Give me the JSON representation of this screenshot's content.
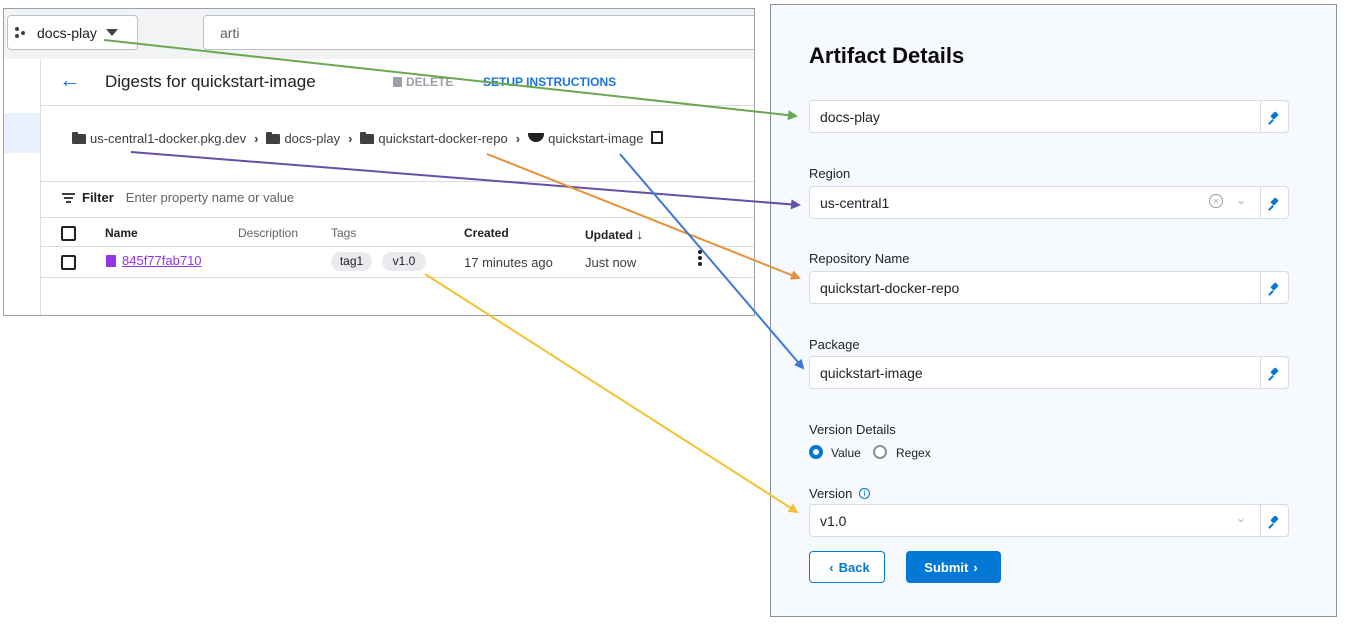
{
  "gcp": {
    "project_name": "docs-play",
    "search_value": "arti",
    "page_title": "Digests for quickstart-image",
    "delete_label": "DELETE",
    "setup_label": "SETUP INSTRUCTIONS",
    "breadcrumb": [
      "us-central1-docker.pkg.dev",
      "docs-play",
      "quickstart-docker-repo",
      "quickstart-image"
    ],
    "filter_label": "Filter",
    "filter_placeholder": "Enter property name or value",
    "columns": [
      "Name",
      "Description",
      "Tags",
      "Created",
      "Updated"
    ],
    "rows": [
      {
        "name": "845f77fab710",
        "description": "",
        "tags": [
          "tag1",
          "v1.0"
        ],
        "created": "17 minutes ago",
        "updated": "Just now"
      }
    ]
  },
  "harness": {
    "title": "Artifact Details",
    "project_value": "docs-play",
    "region_label": "Region",
    "region_value": "us-central1",
    "repo_label": "Repository Name",
    "repo_value": "quickstart-docker-repo",
    "package_label": "Package",
    "package_value": "quickstart-image",
    "version_details_label": "Version Details",
    "radio_value": "Value",
    "radio_regex": "Regex",
    "version_label": "Version",
    "version_value": "v1.0",
    "back_label": "Back",
    "submit_label": "Submit"
  },
  "colors": {
    "arrow_project": "#6aa84f",
    "arrow_region": "#674ea7",
    "arrow_repo": "#e69138",
    "arrow_package": "#3d78d8",
    "arrow_version": "#f1c232",
    "accent": "#0278d5",
    "gcp_link": "#1a73e8"
  },
  "icons": [
    "project-dots-icon",
    "caret-down-icon",
    "back-arrow-icon",
    "trash-icon",
    "folder-icon",
    "docker-icon",
    "copy-icon",
    "filter-icon",
    "document-icon",
    "kebab-icon",
    "pin-icon",
    "clear-icon",
    "chevron-down-icon",
    "info-icon"
  ]
}
